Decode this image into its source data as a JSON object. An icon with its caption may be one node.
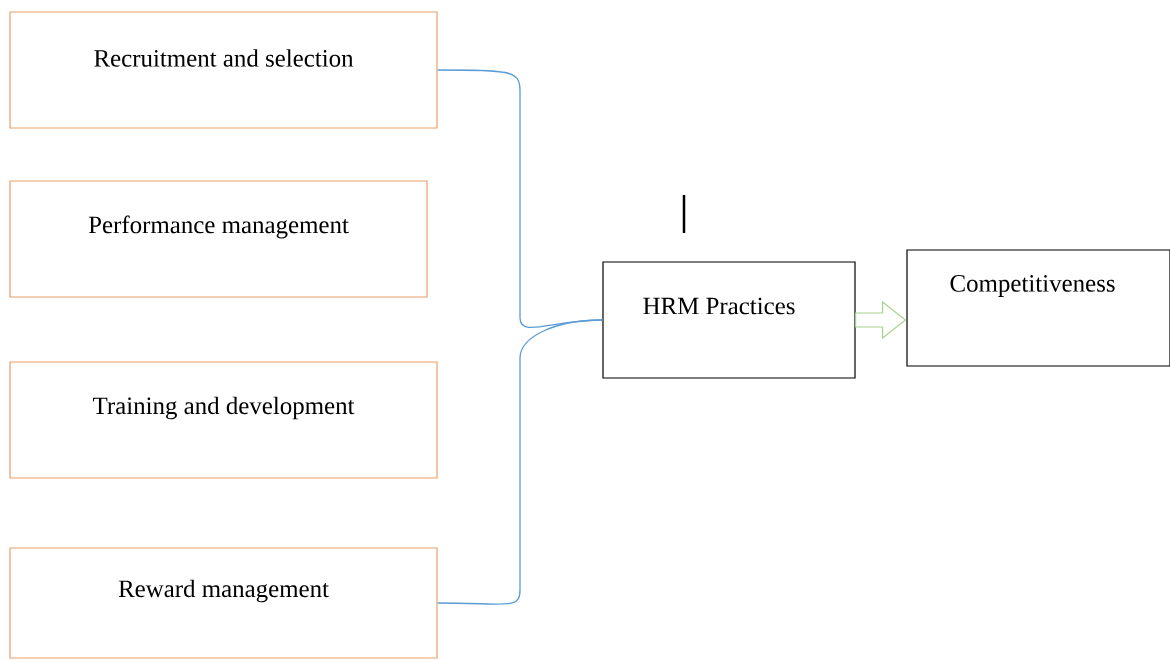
{
  "diagram": {
    "nodes": [
      {
        "text": [
          "Recruitment and selection"
        ]
      },
      {
        "text": [
          "Performance management"
        ]
      },
      {
        "text": [
          "Training and development"
        ]
      },
      {
        "text": [
          "Reward management"
        ]
      },
      {
        "text": [
          "HRM Practices"
        ]
      },
      {
        "text": [
          "Competitiveness"
        ]
      }
    ],
    "edges": [
      {
        "from": 0,
        "to": 4,
        "arrow": "none",
        "color": "#5b9bd5"
      },
      {
        "from": 3,
        "to": 4,
        "arrow": "none",
        "color": "#5b9bd5"
      },
      {
        "from": 4,
        "to": 5,
        "arrow": "to",
        "color": "#a9d18e"
      }
    ]
  }
}
